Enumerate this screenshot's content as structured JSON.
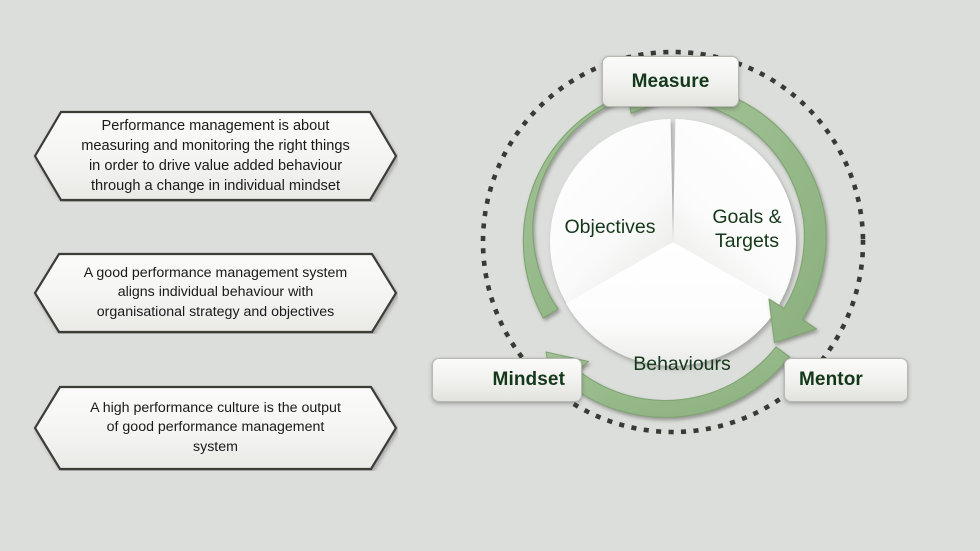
{
  "page": {
    "background_color": "#dcdedb",
    "title": "Performance management cycle diagram"
  },
  "panels": [
    {
      "name": "panel-1",
      "text": "Performance management is about\nmeasuring and monitoring the right things\nin order to drive value added behaviour\nthrough a change in individual mindset"
    },
    {
      "name": "panel-2",
      "text": "A good performance management system\naligns individual behaviour with\norganisational strategy and objectives"
    },
    {
      "name": "panel-3",
      "text": "A high performance culture is the output\nof good performance management\nsystem"
    }
  ],
  "cycle": {
    "segments": [
      {
        "key": "objectives",
        "label": "Objectives"
      },
      {
        "key": "goals",
        "label": "Goals &\nTargets"
      },
      {
        "key": "behaviours",
        "label": "Behaviours"
      }
    ],
    "nodes": [
      {
        "key": "measure",
        "label": "Measure"
      },
      {
        "key": "mentor",
        "label": "Mentor"
      },
      {
        "key": "mindset",
        "label": "Mindset"
      }
    ],
    "colors": {
      "arrow_green": "#96b98a",
      "arrow_green_dark": "#7fa472",
      "segment_white": "#ffffff",
      "dotted_circle": "#3a3a35",
      "label_text_green": "#14381a"
    }
  }
}
